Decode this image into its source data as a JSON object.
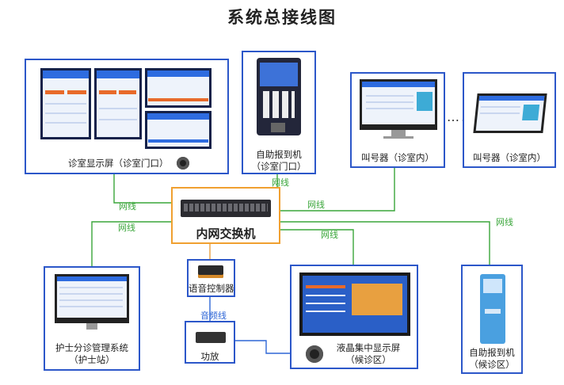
{
  "title": "系统总接线图",
  "nodes": {
    "clinic_display": {
      "name": "诊室显示屏",
      "sub": "（诊室门口）"
    },
    "kiosk_clinic": {
      "name": "自助报到机",
      "sub": "（诊室门口）"
    },
    "caller_pc": {
      "name": "叫号器",
      "sub": "（诊室内）"
    },
    "caller_tablet": {
      "name": "叫号器",
      "sub": "（诊室内）"
    },
    "switch": {
      "name": "内网交换机"
    },
    "voice_controller": {
      "name": "语音控制器"
    },
    "amplifier": {
      "name": "功放"
    },
    "nurse_system": {
      "name": "护士分诊管理系统",
      "sub": "（护士站）"
    },
    "lcd_display": {
      "name": "液晶集中显示屏",
      "sub": "（候诊区）"
    },
    "kiosk_waiting": {
      "name": "自助报到机",
      "sub": "（候诊区）"
    }
  },
  "wires": {
    "network": "网线",
    "audio": "音频线"
  },
  "ellipsis": "……",
  "colors": {
    "box_border": "#2c57c9",
    "switch_border": "#f0a030",
    "network_wire": "#3aa63a",
    "audio_wire": "#2e66d6"
  }
}
